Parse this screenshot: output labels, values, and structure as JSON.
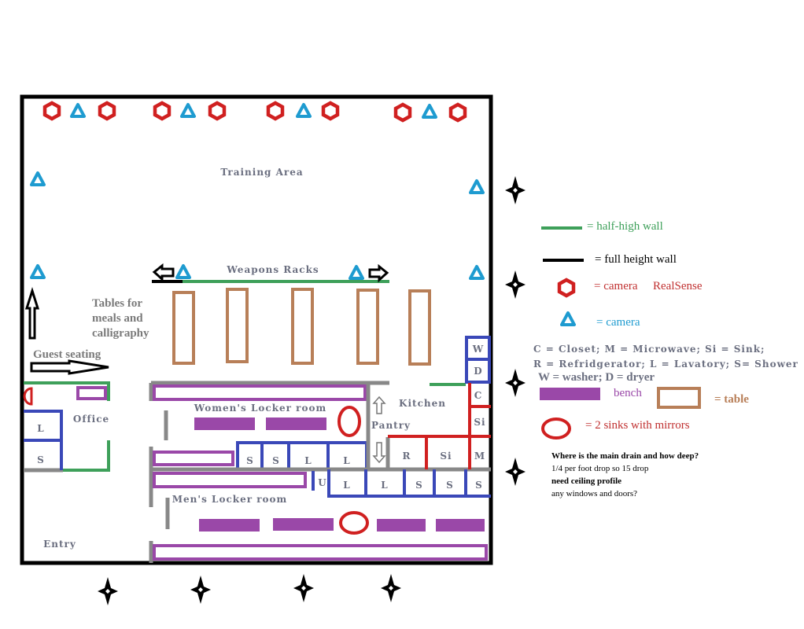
{
  "floorplan": {
    "training_area": "Training Area",
    "weapons_racks": "Weapons Racks",
    "tables_label": [
      "Tables for",
      "meals and",
      "calligraphy"
    ],
    "guest_seating": "Guest seating",
    "office": "Office",
    "entry": "Entry",
    "womens_locker": "Women's Locker room",
    "mens_locker": "Men's Locker room",
    "kitchen": "Kitchen",
    "pantry": "Pantry",
    "office_fixtures": [
      "L",
      "S"
    ],
    "womens_fixtures": [
      "S",
      "S",
      "L",
      "L"
    ],
    "mens_fixtures": [
      "L",
      "L",
      "S",
      "S",
      "S"
    ],
    "urinal": "U",
    "kitchen_fixtures": {
      "closet": "C",
      "sink_upper": "Si",
      "fridge": "R",
      "sink_lower": "Si",
      "microwave": "M"
    },
    "laundry": {
      "washer": "W",
      "dryer": "D"
    }
  },
  "legend": {
    "half_wall": "= half-high wall",
    "full_wall": "= full height wall",
    "camera_realsense": "= camera",
    "realsense": "RealSense",
    "camera": "= camera",
    "key_line1": "C = Closet; M = Microwave; Si = Sink;",
    "key_line2": "R = Refridgerator; L = Lavatory; S= Shower",
    "key_line3": "W = washer; D = dryer",
    "bench": "bench",
    "table": "= table",
    "sinks": "= 2 sinks with mirrors"
  },
  "notes": [
    "Where is the main drain and how deep?",
    "1/4 per foot drop so 15 drop",
    "need ceiling profile",
    "any windows and doors?"
  ],
  "colors": {
    "half_wall": "#3ea05a",
    "full_wall": "#000000",
    "realsense_camera": "#d02020",
    "camera": "#1e9bd0",
    "bench": "#9a48a8",
    "table": "#b87f58",
    "fixtures": "#3a48b8",
    "kitchen_walls": "#d02020",
    "interior_walls": "#888888"
  },
  "icons": [
    "realsense-camera-hexagon",
    "camera-triangle",
    "four-point-star-marker",
    "arrow"
  ]
}
